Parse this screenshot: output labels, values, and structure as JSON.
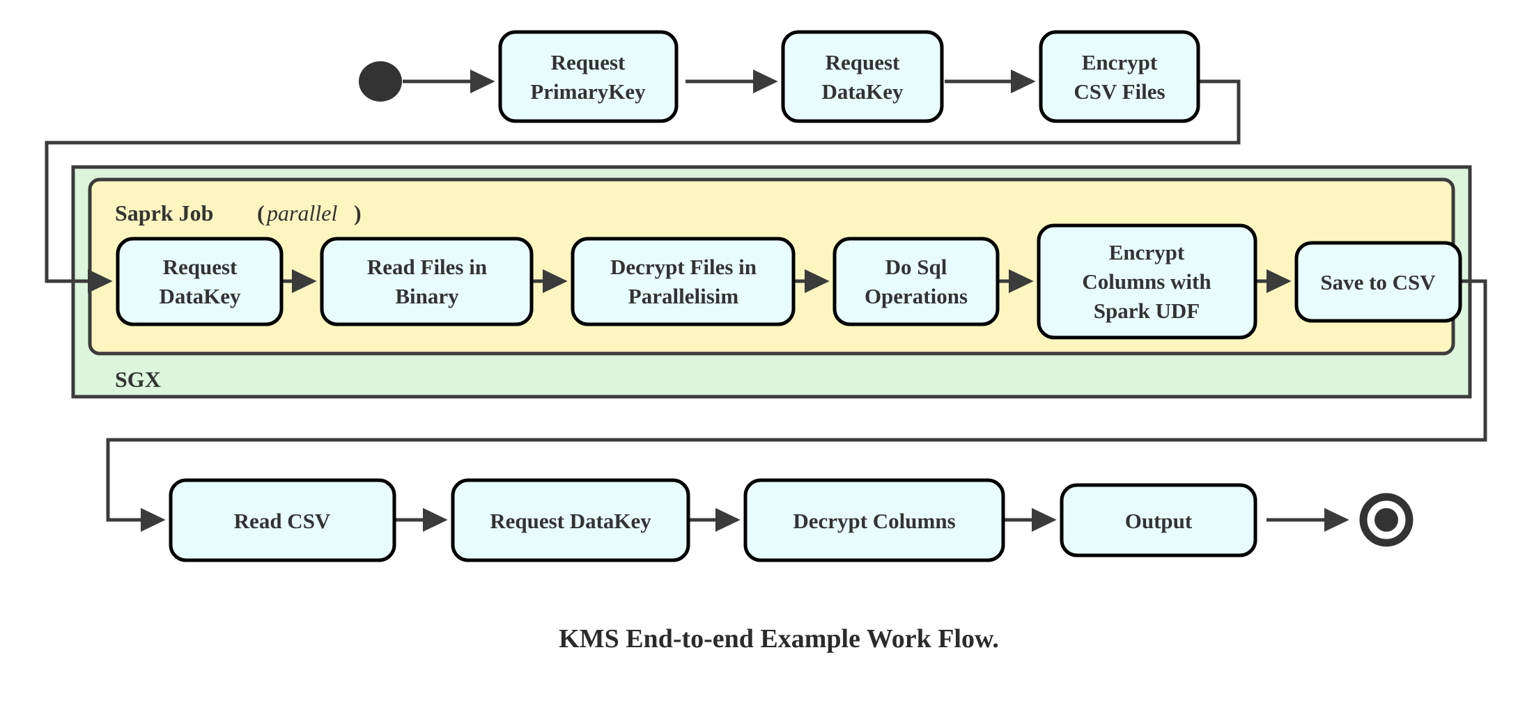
{
  "diagram": {
    "caption": "KMS End-to-end Example Work Flow.",
    "colors": {
      "node_fill": "#e8fbfd",
      "node_stroke": "#000000",
      "sgx_fill": "#dcf5dc",
      "spark_fill": "#fdf5c0",
      "connector": "#3b3b3b",
      "text": "#333333"
    },
    "start_node": {
      "name": "start-node",
      "shape": "filled-circle"
    },
    "end_node": {
      "name": "end-node",
      "shape": "double-circle"
    },
    "groups": [
      {
        "id": "sgx",
        "label": "SGX",
        "fill": "#dcf5dc"
      },
      {
        "id": "spark",
        "label": "Saprk Job",
        "modifier": "(parallel)",
        "modifier_open": "(",
        "modifier_word": "parallel",
        "modifier_close": ")",
        "fill": "#fdf5c0"
      }
    ],
    "rows": [
      {
        "id": "row-top",
        "nodes": [
          {
            "id": "request-primarykey",
            "line1": "Request",
            "line2": "PrimaryKey"
          },
          {
            "id": "request-datakey-top",
            "line1": "Request",
            "line2": "DataKey"
          },
          {
            "id": "encrypt-csv-files",
            "line1": "Encrypt",
            "line2": "CSV Files"
          }
        ]
      },
      {
        "id": "row-spark",
        "nodes": [
          {
            "id": "request-datakey-spark",
            "line1": "Request",
            "line2": "DataKey"
          },
          {
            "id": "read-files-in-binary",
            "line1": "Read Files in",
            "line2": "Binary"
          },
          {
            "id": "decrypt-files-in-parallelisim",
            "line1": "Decrypt Files in",
            "line2": "Parallelisim"
          },
          {
            "id": "do-sql-operations",
            "line1": "Do Sql",
            "line2": "Operations"
          },
          {
            "id": "encrypt-columns-with-spark-udf",
            "line1": "Encrypt",
            "line2": "Columns with",
            "line3": "Spark UDF"
          },
          {
            "id": "save-to-csv",
            "line1": "Save to CSV"
          }
        ]
      },
      {
        "id": "row-bottom",
        "nodes": [
          {
            "id": "read-csv",
            "line1": "Read CSV"
          },
          {
            "id": "request-datakey-bottom",
            "line1": "Request DataKey"
          },
          {
            "id": "decrypt-columns",
            "line1": "Decrypt Columns"
          },
          {
            "id": "output",
            "line1": "Output"
          }
        ]
      }
    ]
  }
}
